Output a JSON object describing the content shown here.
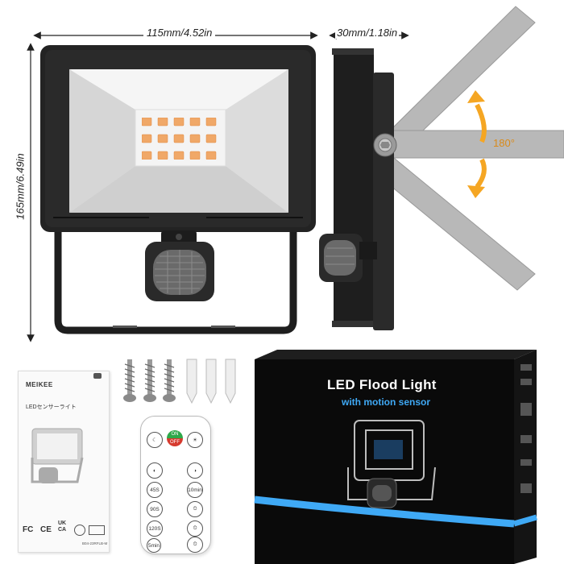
{
  "dimensions": {
    "width_label": "115mm/4.52in",
    "depth_label": "30mm/1.18in",
    "height_label": "165mm/6.49in",
    "angle_label": "180°"
  },
  "box": {
    "title": "LED Flood Light",
    "subtitle": "with motion sensor"
  },
  "manual": {
    "brand": "MEIKEE",
    "subtitle": "LEDセンサーライト",
    "model": "B04-23RFLB-M"
  },
  "remote": {
    "on_label": "ON",
    "off_label": "OFF",
    "buttons": [
      "45S",
      "10min",
      "90S",
      "120S",
      "5min"
    ]
  },
  "certifications": [
    "FC",
    "CE",
    "UK CA"
  ],
  "colors": {
    "housing": "#222222",
    "led_orange": "#f0a868",
    "arrow_orange": "#f5a623",
    "arrow_label": "#d98a1a",
    "box_blue": "#3fa9f5",
    "box_black": "#0a0a0a",
    "bracket_gray": "#b8b8b8"
  },
  "accessories": {
    "screw_count": 3,
    "anchor_count": 3
  }
}
